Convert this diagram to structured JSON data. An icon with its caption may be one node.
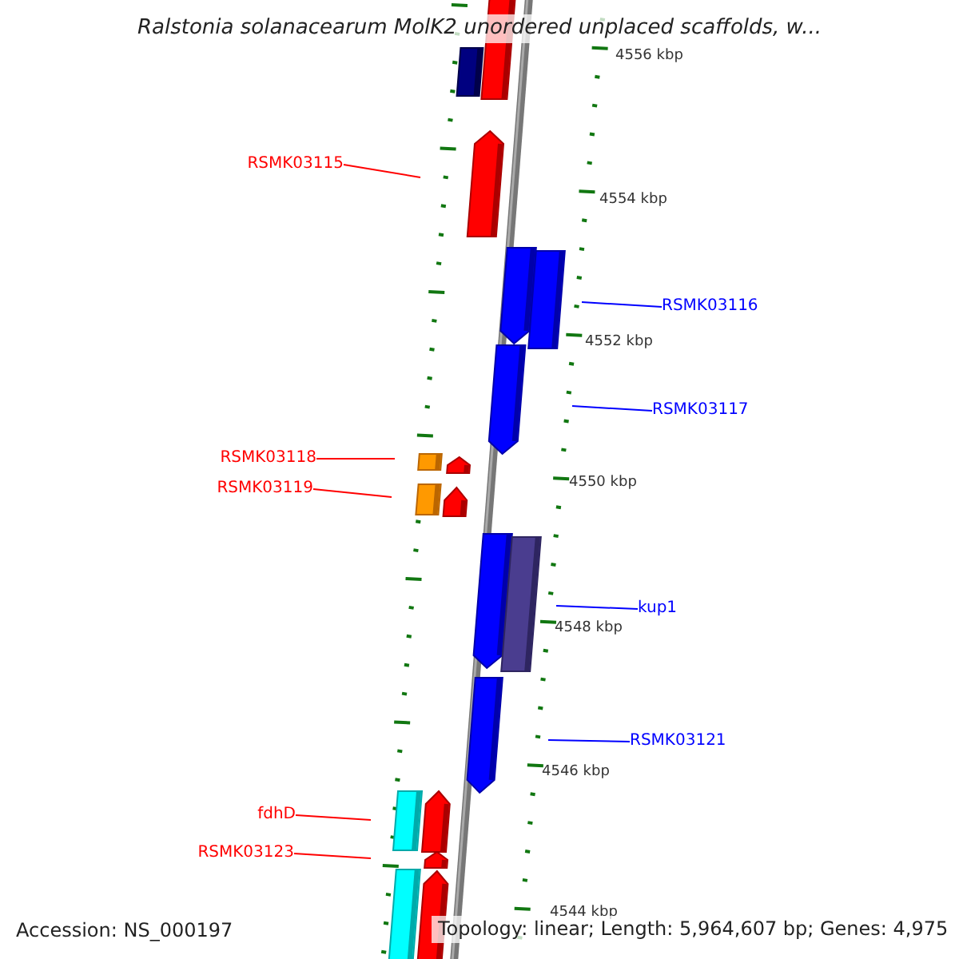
{
  "diagram": {
    "title": "Ralstonia solanacearum MolK2 unordered unplaced scaffolds, w...",
    "nodes": [
      {
        "text": [
          "RSMK03115"
        ]
      },
      {
        "text": [
          "RSMK03116"
        ]
      },
      {
        "text": [
          "RSMK03117"
        ]
      },
      {
        "text": [
          "RSMK03118"
        ]
      },
      {
        "text": [
          "RSMK03119"
        ]
      },
      {
        "text": [
          "kup1"
        ]
      },
      {
        "text": [
          "RSMK03121"
        ]
      },
      {
        "text": [
          "fdhD"
        ]
      },
      {
        "text": [
          "RSMK03123"
        ]
      }
    ],
    "edges": [
      {
        "from": 0,
        "to": null,
        "arrow": "none"
      },
      {
        "from": 1,
        "to": null,
        "arrow": "none",
        "color": "#0000ff"
      },
      {
        "from": 2,
        "to": null,
        "arrow": "none",
        "color": "#0000ff"
      },
      {
        "from": 3,
        "to": null,
        "arrow": "none"
      },
      {
        "from": 4,
        "to": null,
        "arrow": "none"
      },
      {
        "from": 5,
        "to": null,
        "arrow": "none",
        "color": "#0000ff"
      },
      {
        "from": 6,
        "to": null,
        "arrow": "none",
        "color": "#0000ff"
      },
      {
        "from": 7,
        "to": null,
        "arrow": "none"
      },
      {
        "from": 8,
        "to": null,
        "arrow": "none"
      }
    ],
    "labels": [
      "4556 kbp",
      "4554 kbp",
      "4552 kbp",
      "4550 kbp",
      "4548 kbp",
      "4546 kbp",
      "4544 kbp",
      "Accession: NS_000197",
      "Topology: linear; Length: 5,964,607 bp; Genes: 4,975"
    ]
  }
}
